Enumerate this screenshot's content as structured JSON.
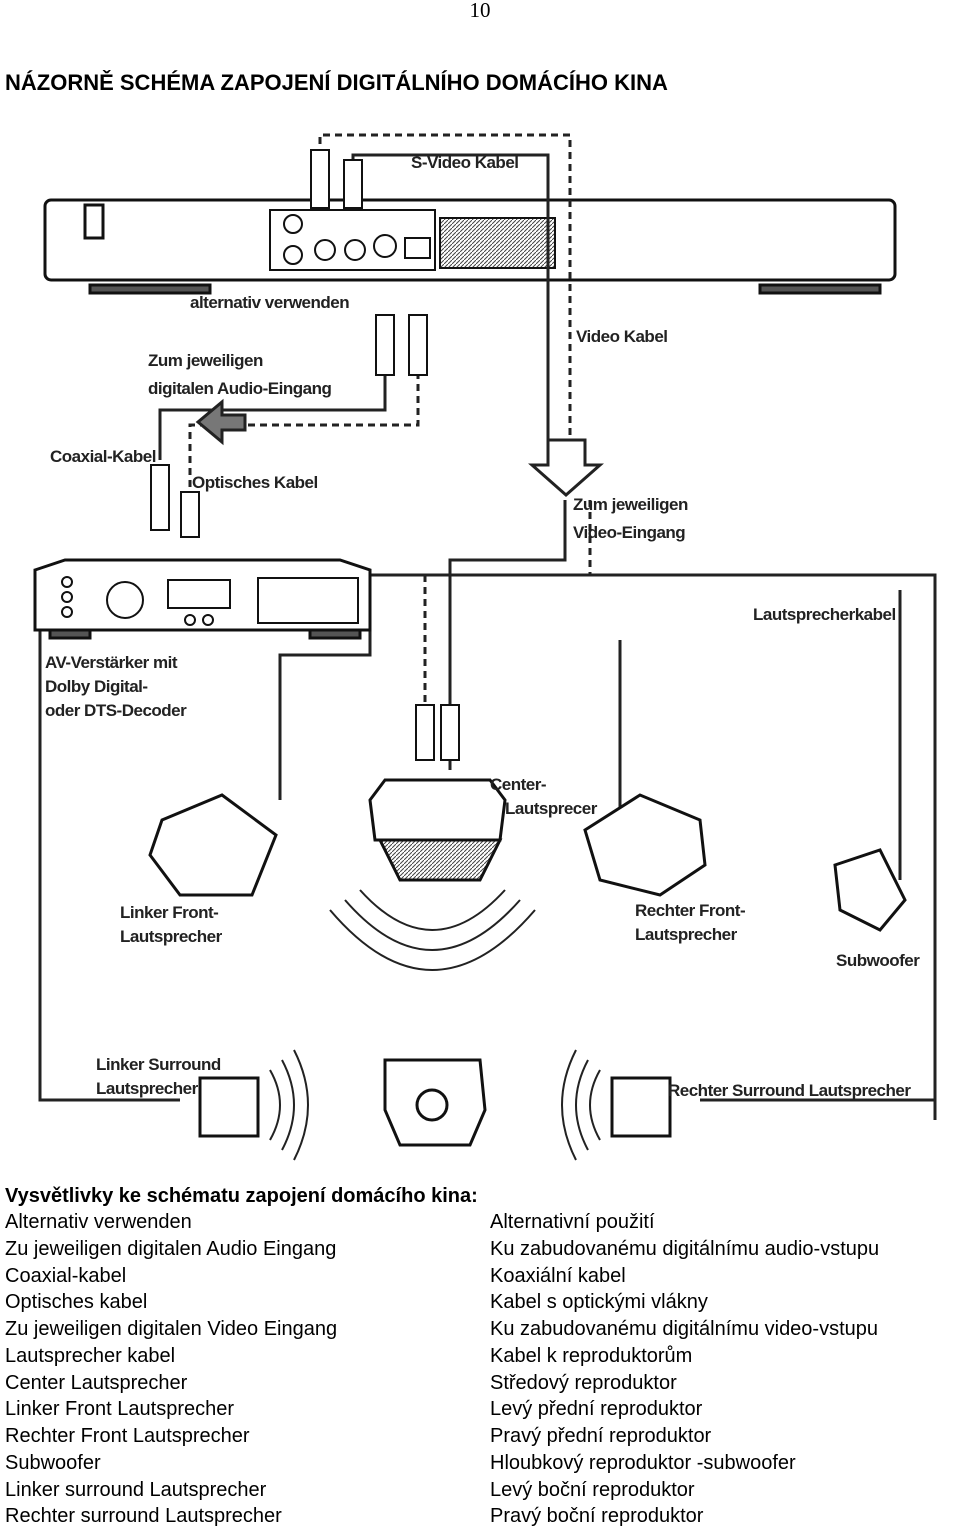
{
  "page": {
    "number": "10",
    "title": "NÁZORNĚ SCHÉMA ZAPOJENÍ DIGITÁLNÍHO DOMÁCÍHO KINA"
  },
  "diagram": {
    "labels": {
      "s_video_kabel": "S-Video Kabel",
      "alternativ_verwenden": "alternativ verwenden",
      "video_kabel": "Video Kabel",
      "audio_eingang_1": "Zum jeweiligen",
      "audio_eingang_2": "digitalen Audio-Eingang",
      "coaxial_kabel": "Coaxial-Kabel",
      "optisches_kabel": "Optisches Kabel",
      "video_eingang_1": "Zum jeweiligen",
      "video_eingang_2": "Video-Eingang",
      "lautsprecherkabel": "Lautsprecherkabel",
      "av_1": "AV-Verstärker mit",
      "av_2": "Dolby Digital-",
      "av_3": "oder DTS-Decoder",
      "center_1": "Center-",
      "center_2": "Lautsprecer",
      "linker_front_1": "Linker Front-",
      "linker_front_2": "Lautsprecher",
      "rechter_front_1": "Rechter Front-",
      "rechter_front_2": "Lautsprecher",
      "subwoofer": "Subwoofer",
      "linker_surround_1": "Linker Surround",
      "linker_surround_2": "Lautsprecher",
      "rechter_surround": "Rechter Surround Lautsprecher"
    }
  },
  "legend": {
    "heading": "Vysvětlivky ke schématu zapojení domácího kina:",
    "rows": [
      {
        "de": "Alternativ verwenden",
        "cz": "Alternativní použití"
      },
      {
        "de": "Zu jeweiligen digitalen Audio Eingang",
        "cz": "Ku zabudovanému digitálnímu audio-vstupu"
      },
      {
        "de": "Coaxial-kabel",
        "cz": "Koaxiální kabel"
      },
      {
        "de": "Optisches kabel",
        "cz": "Kabel s optickými vlákny"
      },
      {
        "de": "Zu jeweiligen digitalen Video Eingang",
        "cz": "Ku zabudovanému digitálnímu video-vstupu"
      },
      {
        "de": "Lautsprecher kabel",
        "cz": "Kabel k reproduktorům"
      },
      {
        "de": "Center Lautsprecher",
        "cz": "Středový reproduktor"
      },
      {
        "de": "Linker Front Lautsprecher",
        "cz": "Levý přední reproduktor"
      },
      {
        "de": "Rechter Front Lautsprecher",
        "cz": "Pravý přední reproduktor"
      },
      {
        "de": "Subwoofer",
        "cz": "Hloubkový reproduktor -subwoofer"
      },
      {
        "de": "Linker surround Lautsprecher",
        "cz": "Levý boční reproduktor"
      },
      {
        "de": "Rechter surround Lautsprecher",
        "cz": "Pravý boční reproduktor"
      }
    ]
  }
}
